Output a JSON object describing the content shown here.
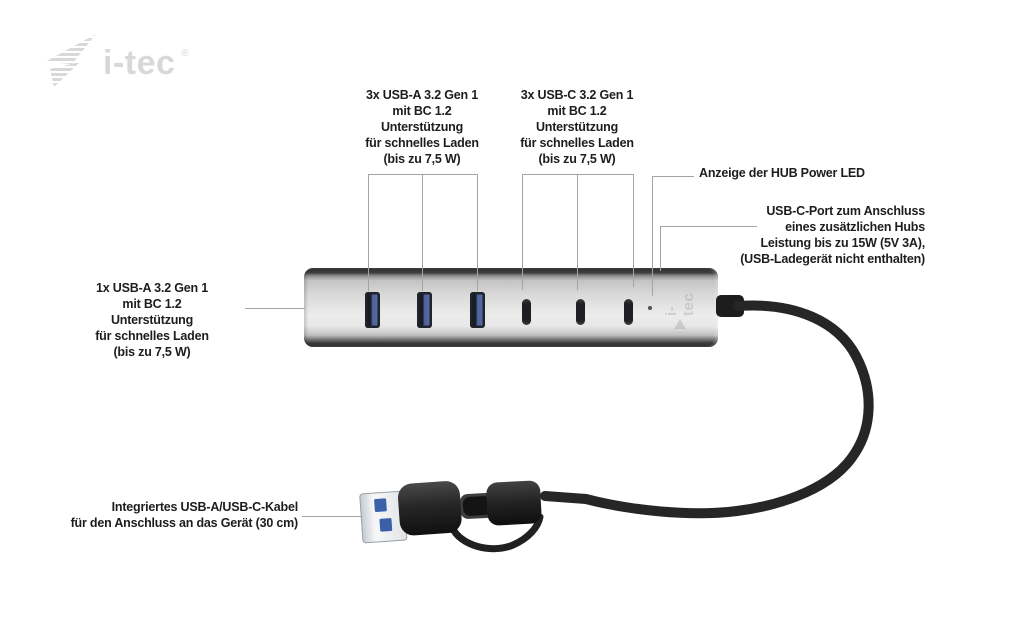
{
  "brand": {
    "logo_text": "i-tec",
    "registered_mark": "®"
  },
  "device": {
    "type": "usb-hub",
    "watermark_text": "i-tec",
    "front_usb_a_ports": 3,
    "front_usb_c_ports": 3,
    "power_led_count": 1
  },
  "annotations": {
    "usb_a_group": {
      "lines": [
        "3x USB-A 3.2 Gen 1",
        "mit BC 1.2",
        "Unterstützung",
        "für schnelles Laden",
        "(bis zu 7,5 W)"
      ]
    },
    "usb_c_group": {
      "lines": [
        "3x USB-C 3.2 Gen 1",
        "mit BC 1.2",
        "Unterstützung",
        "für schnelles Laden",
        "(bis zu 7,5 W)"
      ]
    },
    "power_led": {
      "text": "Anzeige der HUB Power LED"
    },
    "usb_c_power_port": {
      "lines": [
        "USB-C-Port zum Anschluss",
        "eines zusätzlichen Hubs",
        "Leistung bis zu 15W (5V 3A),",
        "(USB-Ladegerät nicht enthalten)"
      ]
    },
    "side_usb_a": {
      "lines": [
        "1x USB-A 3.2 Gen 1",
        "mit BC 1.2",
        "Unterstützung",
        "für schnelles Laden",
        "(bis zu 7,5 W)"
      ]
    },
    "integrated_cable": {
      "lines": [
        "Integriertes USB-A/USB-C-Kabel",
        "für den Anschluss an das Gerät (30 cm)"
      ]
    }
  },
  "colors": {
    "background": "#ffffff",
    "annotation_text": "#1d1d1b",
    "leader_line": "#a4a4a3",
    "logo_gray": "#d8d8d8",
    "hub_silver": "#ececec",
    "hub_edge_dark": "#2a2a2a",
    "usb_a_port_blue": "#4e62a0",
    "usb_contact_blue": "#3b5fa9",
    "cable_black": "#262626"
  }
}
